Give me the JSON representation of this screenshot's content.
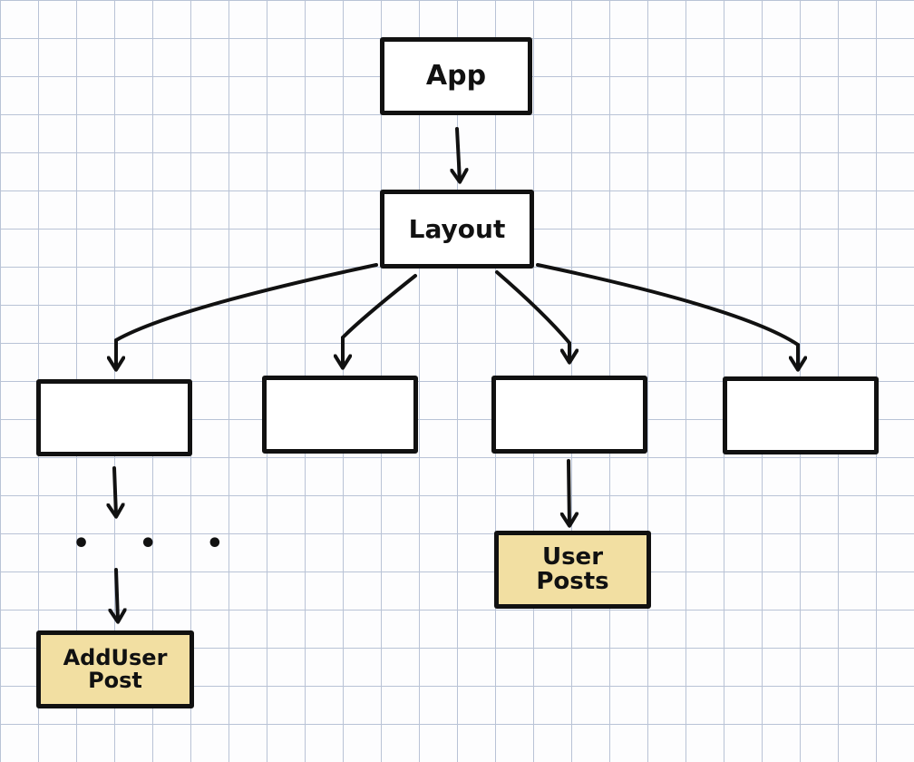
{
  "diagram": {
    "nodes": {
      "app": {
        "label": "App"
      },
      "layout": {
        "label": "Layout"
      },
      "child_1": {
        "label": ""
      },
      "child_2": {
        "label": ""
      },
      "child_3": {
        "label": ""
      },
      "child_4": {
        "label": ""
      },
      "add_user_post": {
        "label": "AddUser\nPost"
      },
      "user_posts": {
        "label": "User\nPosts"
      }
    },
    "ellipsis": "• • •",
    "edges": [
      {
        "from": "app",
        "to": "layout"
      },
      {
        "from": "layout",
        "to": "child_1"
      },
      {
        "from": "layout",
        "to": "child_2"
      },
      {
        "from": "layout",
        "to": "child_3"
      },
      {
        "from": "layout",
        "to": "child_4"
      },
      {
        "from": "child_1",
        "to": "add_user_post",
        "via": "ellipsis"
      },
      {
        "from": "child_3",
        "to": "user_posts"
      }
    ],
    "colors": {
      "stroke": "#111111",
      "highlight_fill": "#f2dfa2",
      "grid_line": "#b9c3d6"
    }
  }
}
